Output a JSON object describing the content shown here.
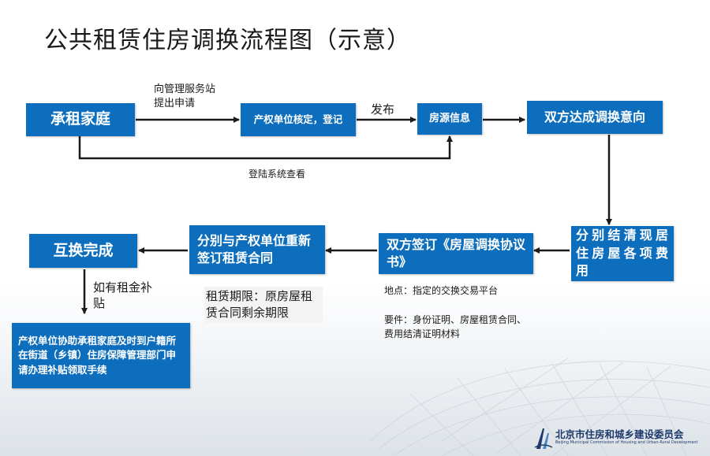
{
  "title": "公共租赁住房调换流程图（示意）",
  "nodes": {
    "tenant": "承租家庭",
    "verify": "产权单位核定，登记",
    "housing_info": "房源信息",
    "agreement": "双方达成调换意向",
    "settle": "分别结清现居住房屋各项费用",
    "sign": "双方签订《房屋调换协议书》",
    "resign": "分别与产权单位重新签订租赁合同",
    "complete": "互换完成",
    "subsidy": "产权单位协助承租家庭及时到户籍所在街道（乡镇）住房保障管理部门申请办理补贴领取手续"
  },
  "edge_labels": {
    "apply": "向管理服务站提出申请",
    "publish": "发布",
    "login": "登陆系统查看",
    "if_subsidy": "如有租金补贴"
  },
  "notes": {
    "location": "地点：指定的交换交易平台",
    "requirements": "要件：身份证明、房屋租赁合同、费用结清证明材料",
    "lease_term": "租赁期限：原房屋租赁合同剩余期限"
  },
  "footer": {
    "org_cn": "北京市住房和城乡建设委员会",
    "org_en": "Beijing Municipal Commission of Housing and Urban-Rural Development"
  },
  "colors": {
    "box_fill": "#0d6ebd",
    "arrow": "#1a1a1a"
  }
}
